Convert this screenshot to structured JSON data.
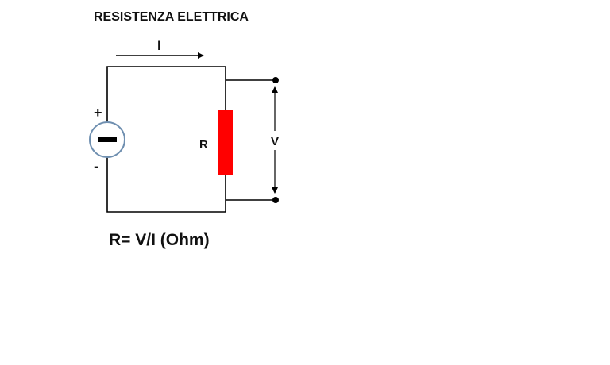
{
  "title": "RESISTENZA ELETTRICA",
  "labels": {
    "current": "I",
    "resistor": "R",
    "voltage": "V",
    "plus": "+",
    "minus": "-"
  },
  "formula": "R= V/I (Ohm)",
  "colors": {
    "wire": "#000000",
    "resistor": "#ff0000",
    "source_ring": "#6f8fb0"
  }
}
